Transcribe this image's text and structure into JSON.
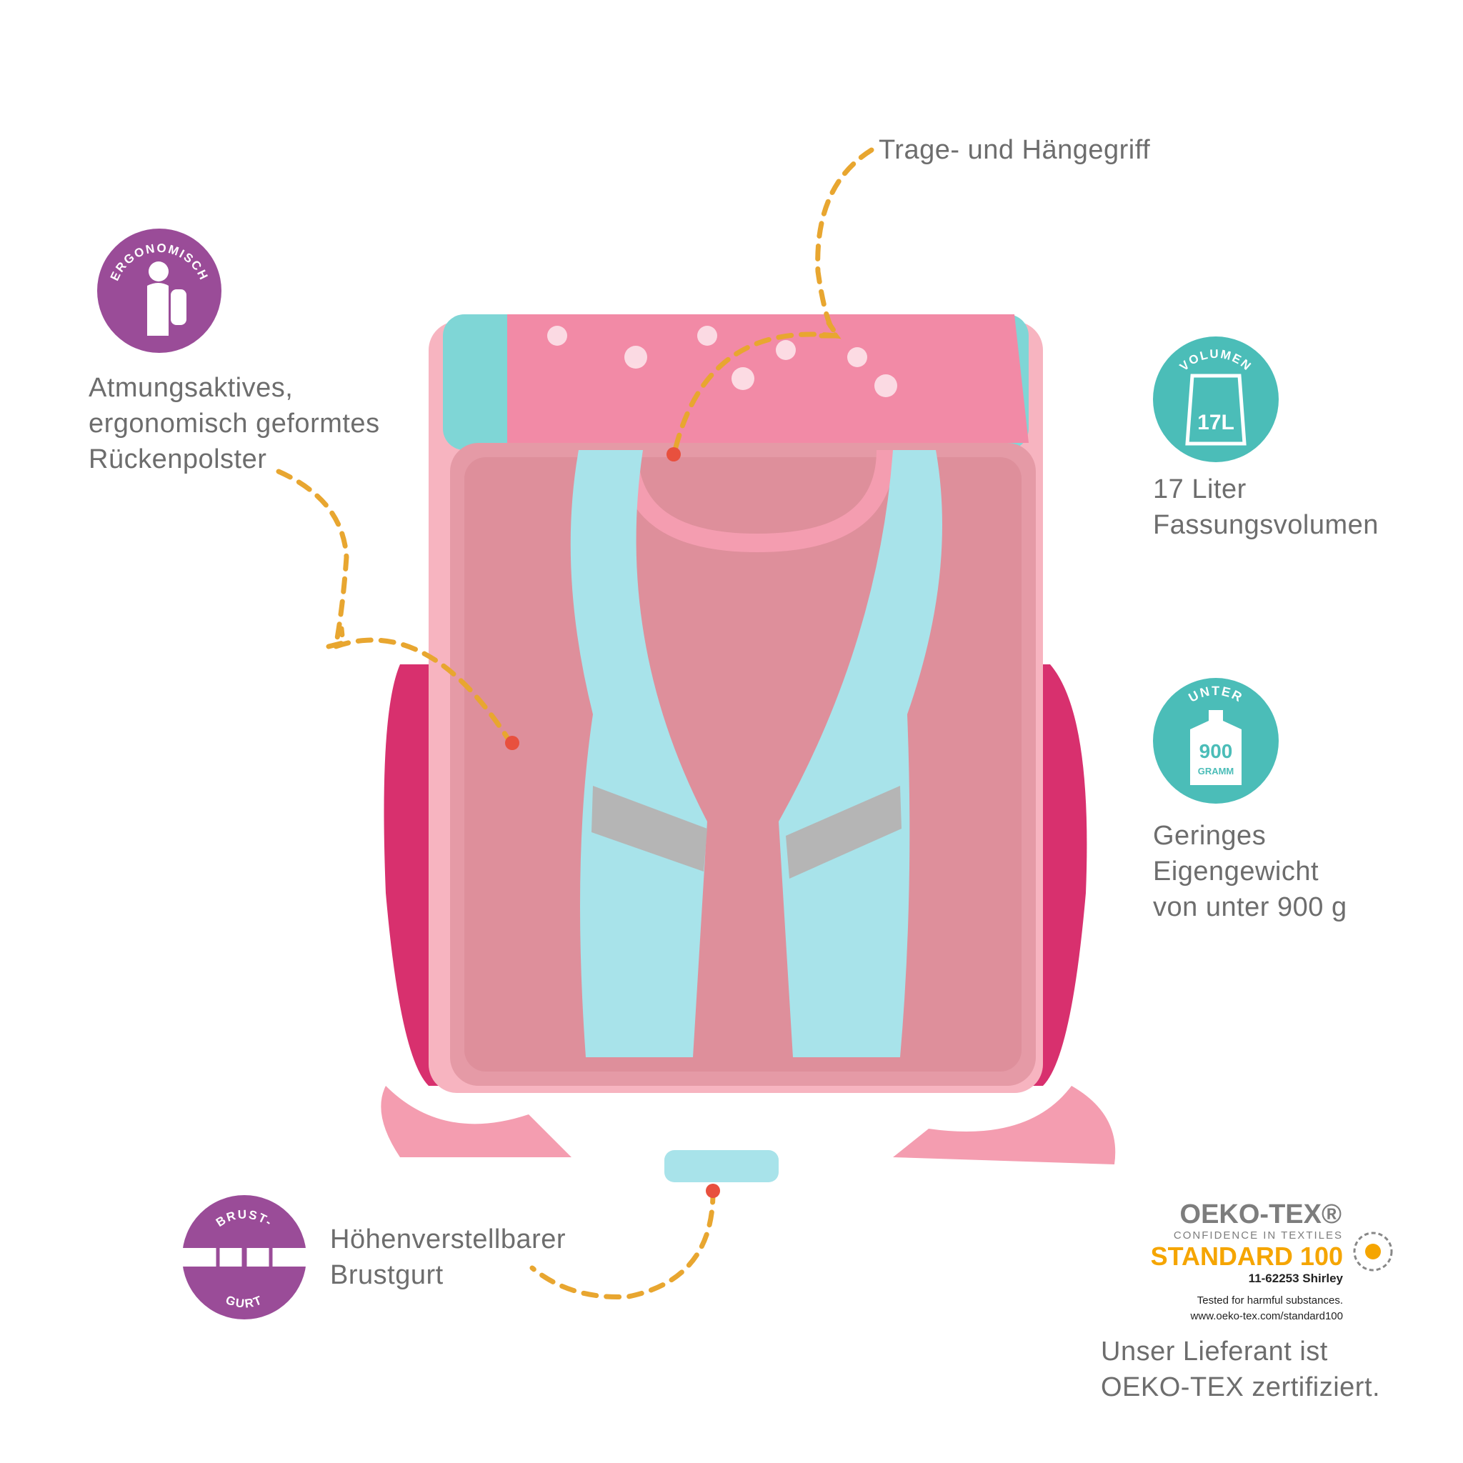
{
  "colors": {
    "purple": "#9a4c98",
    "teal": "#4bbdb8",
    "orange": "#e8a630",
    "pink": "#f3a3b3",
    "dot": "#e8503e"
  },
  "badges": {
    "ergonomic": {
      "label": "ERGONOMISCH",
      "icon": "spine-icon"
    },
    "volume": {
      "label": "VOLUMEN",
      "value": "17L",
      "icon": "backpack-icon"
    },
    "weight": {
      "label": "UNTER",
      "value": "900",
      "unit": "GRAMM",
      "icon": "weight-icon"
    },
    "chest": {
      "label_top": "BRUST-",
      "label_bottom": "GURT",
      "icon": "buckle-icon"
    }
  },
  "features": {
    "handle": "Trage- und Hängegriff",
    "back": [
      "Atmungsaktives,",
      "ergonomisch geformtes",
      "Rückenpolster"
    ],
    "volume": [
      "17 Liter",
      "Fassungsvolumen"
    ],
    "weight": [
      "Geringes",
      "Eigengewicht",
      "von unter 900 g"
    ],
    "chest": [
      "Höhenverstellbarer",
      "Brustgurt"
    ],
    "oeko": [
      "Unser Lieferant ist",
      "OEKO-TEX zertifiziert."
    ]
  },
  "oeko_logo": {
    "brand": "OEKO-TEX®",
    "tagline": "CONFIDENCE IN TEXTILES",
    "standard": "STANDARD 100",
    "cert": "11-62253 Shirley",
    "tested": "Tested for harmful substances.",
    "url": "www.oeko-tex.com/standard100"
  }
}
